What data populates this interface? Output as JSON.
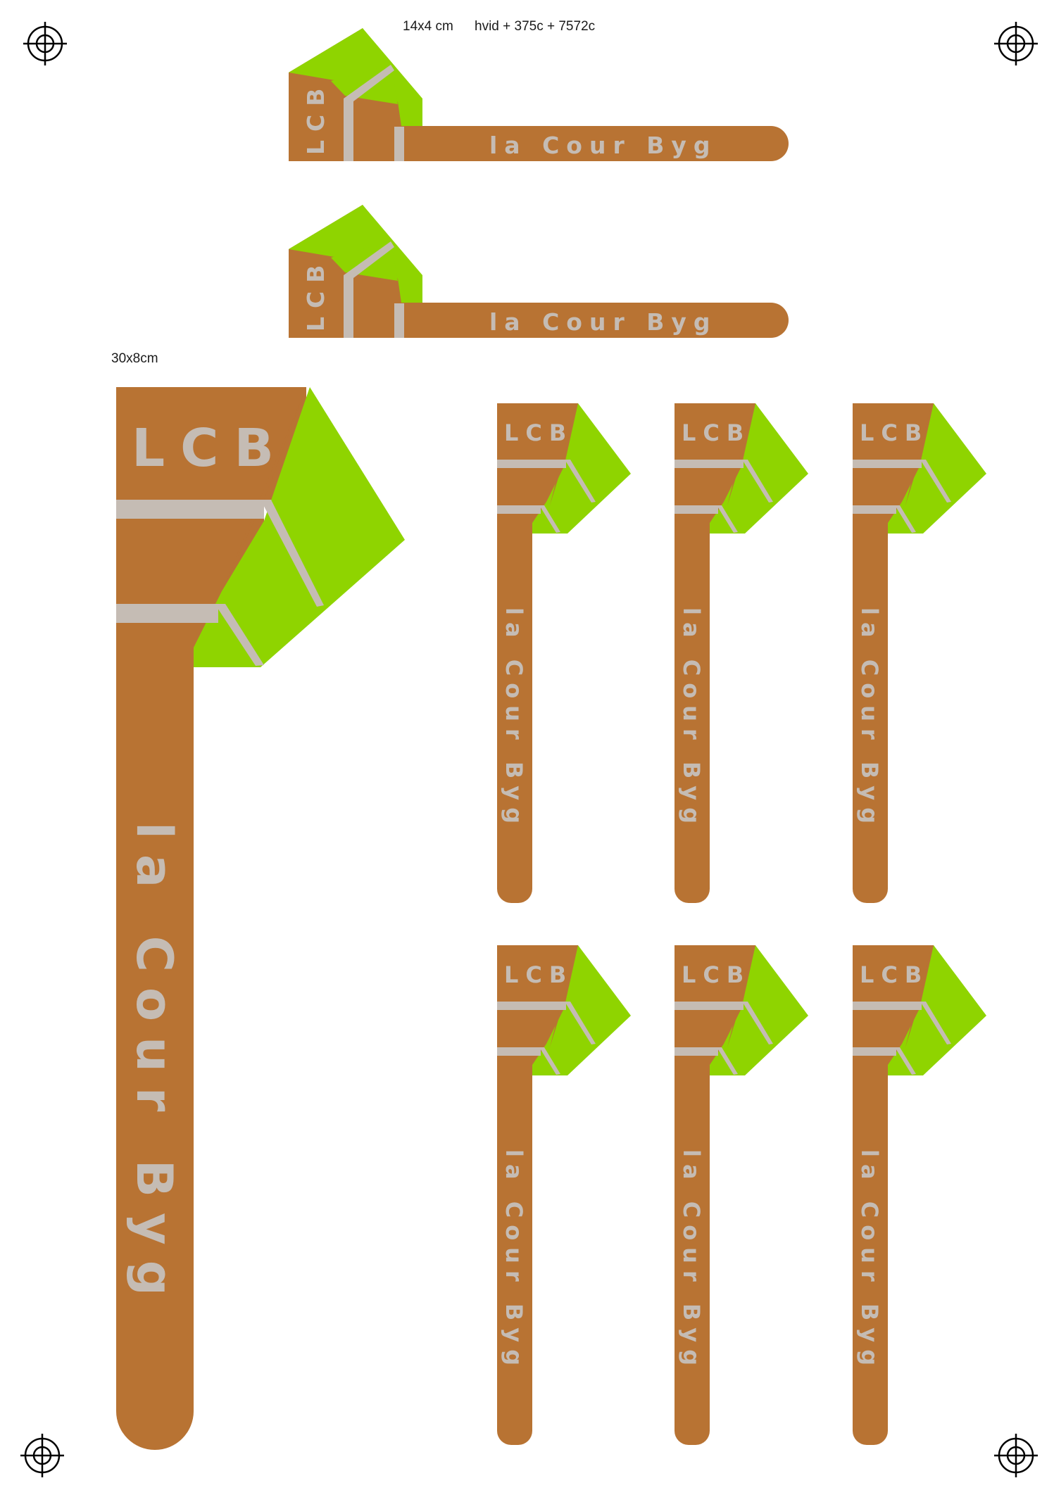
{
  "notes": {
    "small_size": "14x4 cm",
    "colors": "hvid + 375c + 7572c",
    "large_size": "30x8cm"
  },
  "logo": {
    "initials": "LCB",
    "name": "la Cour Byg"
  },
  "colors": {
    "brown": "#B87333",
    "green": "#8FD400",
    "grey": "#C5BCB4",
    "marks": "#000000"
  },
  "icons": [
    "registration-mark-icon"
  ]
}
